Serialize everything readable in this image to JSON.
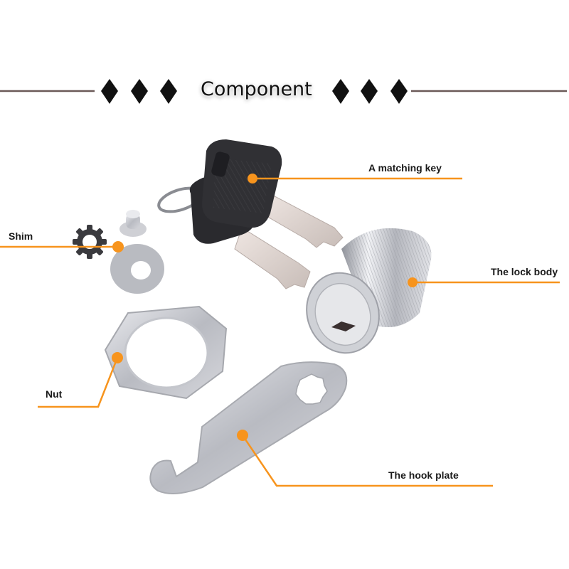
{
  "header": {
    "title": "Component",
    "divider_color": "#6b5a58",
    "diamond_color": "#111111"
  },
  "callout_color": "#f7941d",
  "labels": {
    "key": "A matching key",
    "shim": "Shim",
    "lock_body": "The lock body",
    "nut": "Nut",
    "hook_plate": "The hook plate"
  }
}
